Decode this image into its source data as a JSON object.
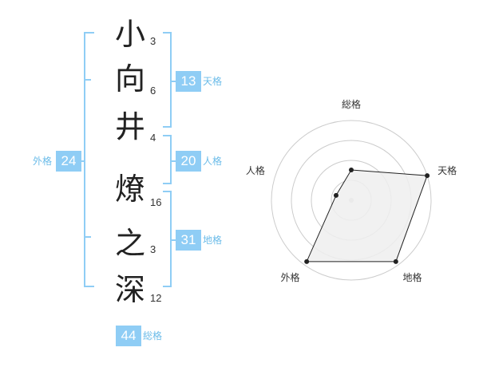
{
  "name": {
    "chars": [
      {
        "char": "小",
        "strokes": "3"
      },
      {
        "char": "向",
        "strokes": "6"
      },
      {
        "char": "井",
        "strokes": "4"
      },
      {
        "char": "燎",
        "strokes": "16"
      },
      {
        "char": "之",
        "strokes": "3"
      },
      {
        "char": "深",
        "strokes": "12"
      }
    ]
  },
  "kakusu": {
    "tenkaku": {
      "value": "13",
      "label": "天格"
    },
    "jinkaku": {
      "value": "20",
      "label": "人格"
    },
    "chikaku": {
      "value": "31",
      "label": "地格"
    },
    "gaikaku": {
      "value": "24",
      "label": "外格"
    },
    "soukaku": {
      "value": "44",
      "label": "総格"
    }
  },
  "colors": {
    "accent": "#8fcdf5",
    "accent_text": "#6cbce9",
    "bracket": "#8fcdf5",
    "radar_fill": "#eeeeee",
    "radar_stroke": "#222222",
    "grid": "#cccccc"
  },
  "chart_data": {
    "type": "radar",
    "axes": [
      "総格",
      "天格",
      "地格",
      "外格",
      "人格"
    ],
    "values": [
      0.38,
      1.0,
      0.95,
      0.95,
      0.2
    ],
    "rings": 4,
    "grid": true
  }
}
